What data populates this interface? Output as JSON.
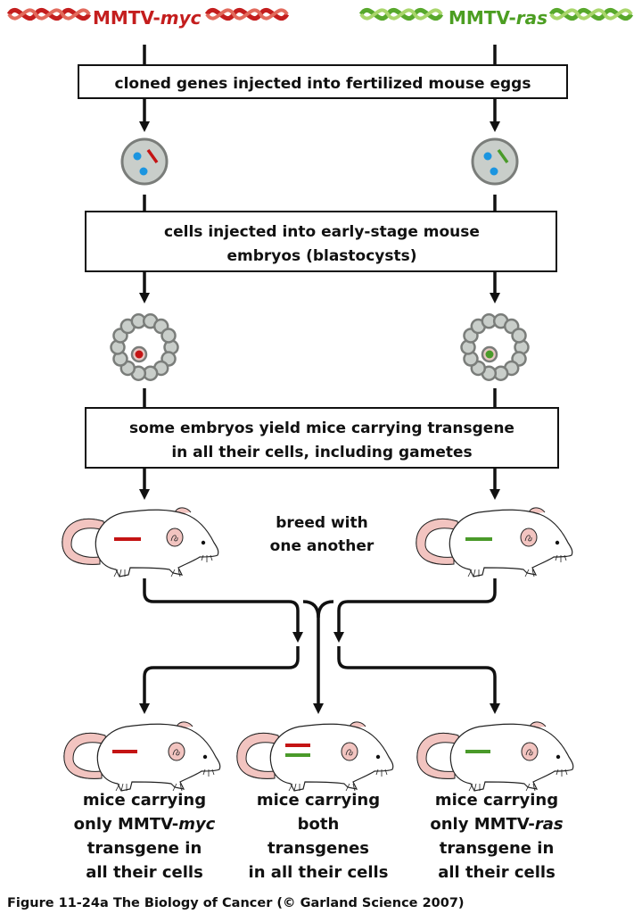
{
  "colors": {
    "myc": "#c41414",
    "myc_helix": "#d43a30",
    "ras": "#4a9a2a",
    "ras_helix": "#8dc63f",
    "cell_fill": "#c9ceca",
    "cell_stroke": "#7a7d7a",
    "nucleus_blue": "#1b95e0",
    "mouse_pink": "#f2c4c0"
  },
  "genes": {
    "left": {
      "prefix": "MMTV-",
      "name": "myc"
    },
    "right": {
      "prefix": "MMTV-",
      "name": "ras"
    }
  },
  "steps": {
    "step1": {
      "line1": "cloned genes injected into fertilized mouse eggs"
    },
    "step2": {
      "line1": "cells injected into early-stage mouse",
      "line2": "embryos (blastocysts)"
    },
    "step3": {
      "line1": "some embryos yield mice carrying transgene",
      "line2": "in all their cells, including gametes"
    }
  },
  "breed": {
    "line1": "breed with",
    "line2": "one another"
  },
  "offspring": [
    {
      "lines": [
        "mice carrying",
        "only MMTV-",
        "transgene in",
        "all their cells"
      ],
      "gene_italic": "myc",
      "transgenes": [
        "myc"
      ]
    },
    {
      "lines": [
        "mice carrying",
        "both",
        "transgenes",
        "in all their cells"
      ],
      "transgenes": [
        "myc",
        "ras"
      ]
    },
    {
      "lines": [
        "mice carrying",
        "only MMTV-",
        "transgene in",
        "all their cells"
      ],
      "gene_italic": "ras",
      "transgenes": [
        "ras"
      ]
    }
  ],
  "caption": "Figure 11-24a  The Biology of Cancer (© Garland Science 2007)"
}
